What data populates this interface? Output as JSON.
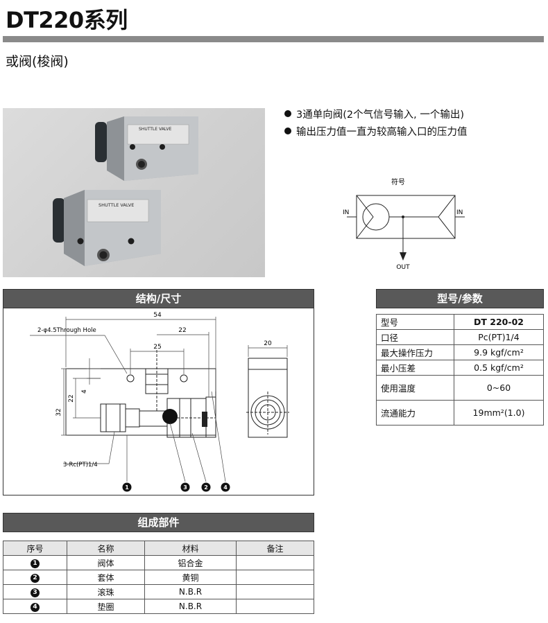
{
  "header": {
    "title": "DT220系列",
    "subtitle": "或阀(梭阀)"
  },
  "photo": {
    "labels": [
      "SHUTTLE VALVE",
      "SHUTTLE VALVE"
    ]
  },
  "features": [
    "3通单向阀(2个气信号输入, 一个输出)",
    "输出压力值一直为较高输入口的压力值"
  ],
  "symbol": {
    "title": "符号",
    "in_left": "IN",
    "in_right": "IN",
    "out": "OUT"
  },
  "drawing": {
    "section_title": "结构/尺寸",
    "dims": {
      "d54": "54",
      "d22": "22",
      "d25": "25",
      "d20": "20",
      "d32": "32",
      "d22v": "22",
      "d4": "4"
    },
    "hole_label": "2-φ4.5Through Hole",
    "port_label": "3-Rc(PT)1/4",
    "callouts": [
      "1",
      "3",
      "2",
      "4"
    ]
  },
  "spec": {
    "section_title": "型号/参数",
    "rows": [
      {
        "k": "型号",
        "v": "DT 220-02"
      },
      {
        "k": "口径",
        "v": "Pc(PT)1/4"
      },
      {
        "k": "最大操作压力",
        "v": "9.9 kgf/cm²"
      },
      {
        "k": "最小压差",
        "v": "0.5 kgf/cm²"
      },
      {
        "k": "使用温度",
        "v": "0~60"
      },
      {
        "k": "流通能力",
        "v": "19mm²(1.0)"
      }
    ]
  },
  "parts": {
    "section_title": "组成部件",
    "headers": [
      "序号",
      "名称",
      "材料",
      "备注"
    ],
    "rows": [
      {
        "no": "1",
        "name": "阀体",
        "material": "铝合金",
        "note": ""
      },
      {
        "no": "2",
        "name": "套体",
        "material": "黄铜",
        "note": ""
      },
      {
        "no": "3",
        "name": "滚珠",
        "material": "N.B.R",
        "note": ""
      },
      {
        "no": "4",
        "name": "垫圈",
        "material": "N.B.R",
        "note": ""
      }
    ]
  }
}
